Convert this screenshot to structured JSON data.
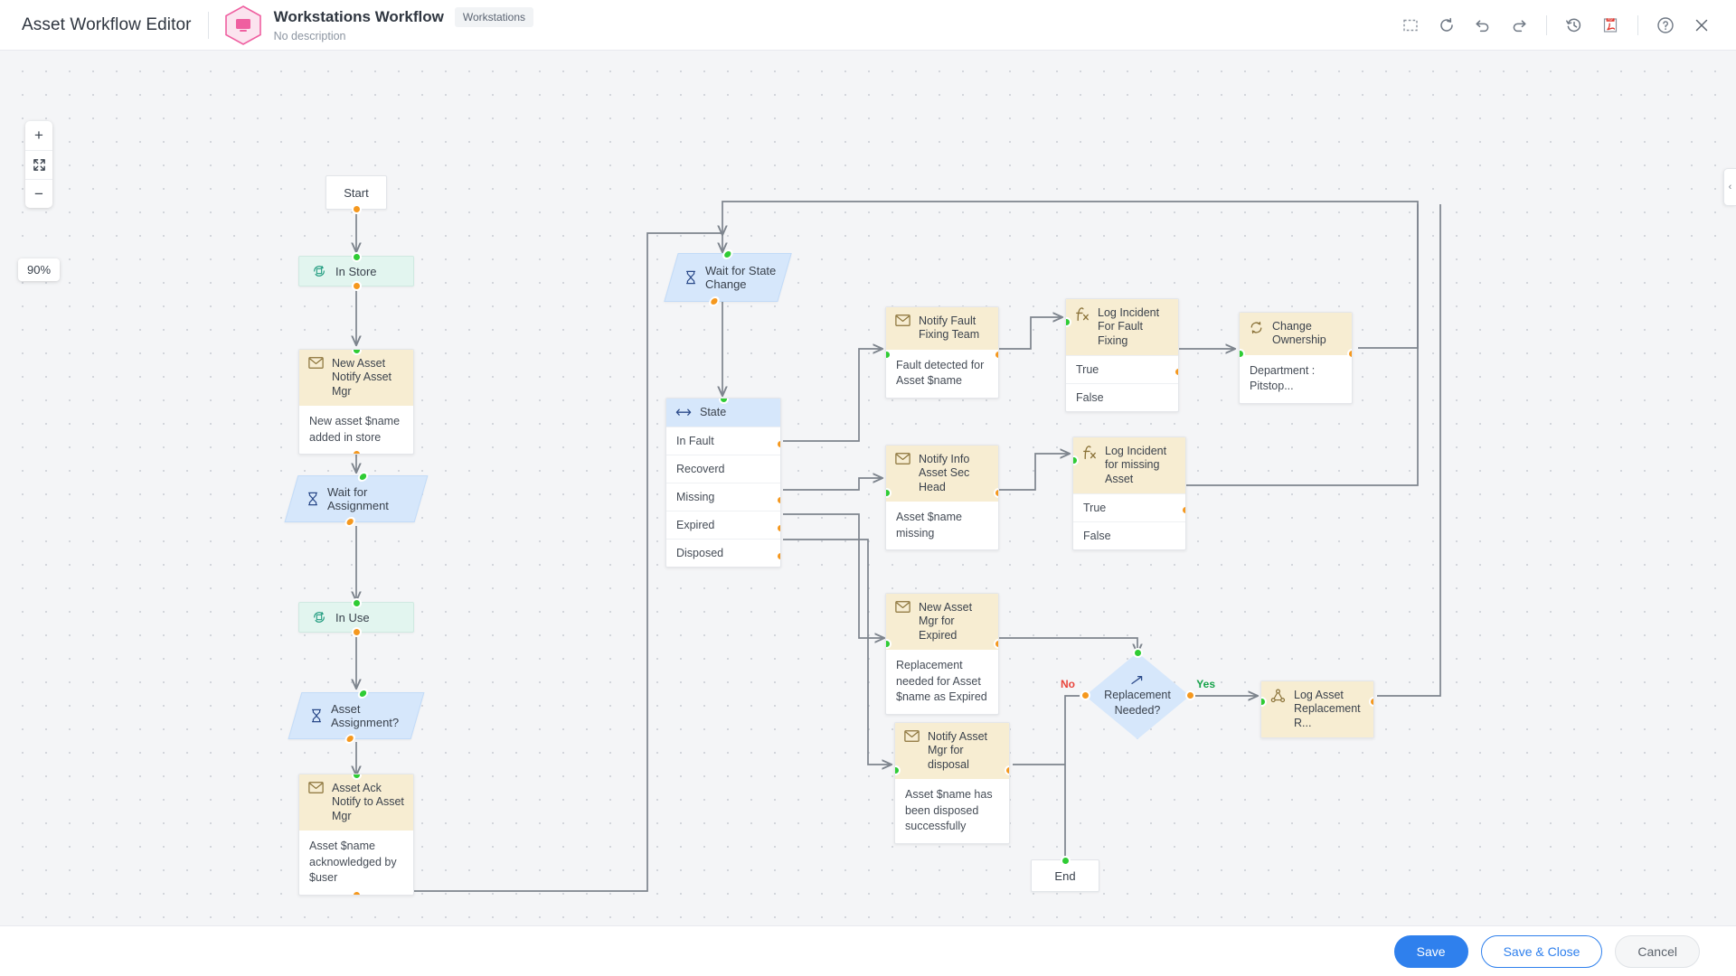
{
  "header": {
    "app_title": "Asset Workflow Editor",
    "workflow_name": "Workstations Workflow",
    "workflow_tag": "Workstations",
    "workflow_description": "No description",
    "icon": "workstation-hexagon-icon",
    "toolbar": [
      {
        "name": "select-area-icon",
        "label": "Select area"
      },
      {
        "name": "refresh-icon",
        "label": "Refresh"
      },
      {
        "name": "undo-icon",
        "label": "Undo"
      },
      {
        "name": "redo-icon",
        "label": "Redo"
      },
      {
        "name": "history-icon",
        "label": "Version history"
      },
      {
        "name": "export-pdf-icon",
        "label": "Export PDF"
      },
      {
        "name": "help-icon",
        "label": "Help"
      },
      {
        "name": "close-icon",
        "label": "Close"
      }
    ]
  },
  "canvas": {
    "zoom_level": "90%",
    "zoom_in_label": "+",
    "zoom_fit_label": "fit-screen-icon",
    "zoom_out_label": "−",
    "drawer_handle": "‹"
  },
  "nodes": {
    "start": {
      "label": "Start"
    },
    "end": {
      "label": "End"
    },
    "in_store": {
      "label": "In Store",
      "icon": "asset-state-icon"
    },
    "in_use": {
      "label": "In Use",
      "icon": "asset-state-icon"
    },
    "wait_for_assignment": {
      "label": "Wait for Assignment",
      "icon": "hourglass-icon"
    },
    "asset_assignment": {
      "label": "Asset Assignment?",
      "icon": "hourglass-icon"
    },
    "wait_for_state_change": {
      "label": "Wait for State Change",
      "icon": "hourglass-icon"
    },
    "new_asset_notify": {
      "title": "New Asset Notify Asset Mgr",
      "icon": "email-icon",
      "body": "New asset $name added in store"
    },
    "asset_ack_notify": {
      "title": "Asset Ack Notify to Asset Mgr",
      "icon": "email-icon",
      "body": "Asset $name acknowledged by $user"
    },
    "state_switch": {
      "title": "State",
      "icon": "switch-icon",
      "rows": [
        {
          "label": "In Fault",
          "has_port": true
        },
        {
          "label": "Recoverd",
          "has_port": false
        },
        {
          "label": "Missing",
          "has_port": true
        },
        {
          "label": "Expired",
          "has_port": true
        },
        {
          "label": "Disposed",
          "has_port": true
        }
      ]
    },
    "notify_fault_team": {
      "title": "Notify Fault Fixing Team",
      "icon": "email-icon",
      "body": "Fault detected for Asset $name"
    },
    "log_incident_fault": {
      "title": "Log Incident For Fault Fixing",
      "icon": "function-icon",
      "rows": [
        {
          "label": "True",
          "has_port": true
        },
        {
          "label": "False",
          "has_port": false
        }
      ]
    },
    "change_ownership": {
      "title": "Change Ownership",
      "icon": "change-ownership-icon",
      "body": "Department : Pitstop..."
    },
    "notify_info_sec_head": {
      "title": "Notify Info Asset Sec Head",
      "icon": "email-icon",
      "body": "Asset $name missing"
    },
    "log_incident_missing": {
      "title": "Log Incident for missing Asset",
      "icon": "function-icon",
      "rows": [
        {
          "label": "True",
          "has_port": true
        },
        {
          "label": "False",
          "has_port": false
        }
      ]
    },
    "new_asset_mgr_expired": {
      "title": "New Asset Mgr for Expired",
      "icon": "email-icon",
      "body": "Replacement needed for Asset $name as Expired"
    },
    "replacement_needed": {
      "label": "Replacement Needed?",
      "icon": "decision-icon",
      "no_label": "No",
      "yes_label": "Yes"
    },
    "log_asset_replacement": {
      "title": "Log Asset Replacement R...",
      "icon": "workflow-graph-icon"
    },
    "notify_asset_mgr_disposal": {
      "title": "Notify Asset Mgr for disposal",
      "icon": "email-icon",
      "body": "Asset $name has been disposed successfully"
    }
  },
  "footer": {
    "save_label": "Save",
    "save_close_label": "Save & Close",
    "cancel_label": "Cancel"
  },
  "colors": {
    "accent": "#2f80ed",
    "port_in": "#2fcc34",
    "port_out": "#f5981e",
    "email_header": "#f7edd2",
    "blue_node": "#d6e7fb",
    "state_node": "#e2f5ef",
    "yes": "#16a34a",
    "no": "#e8453c"
  }
}
